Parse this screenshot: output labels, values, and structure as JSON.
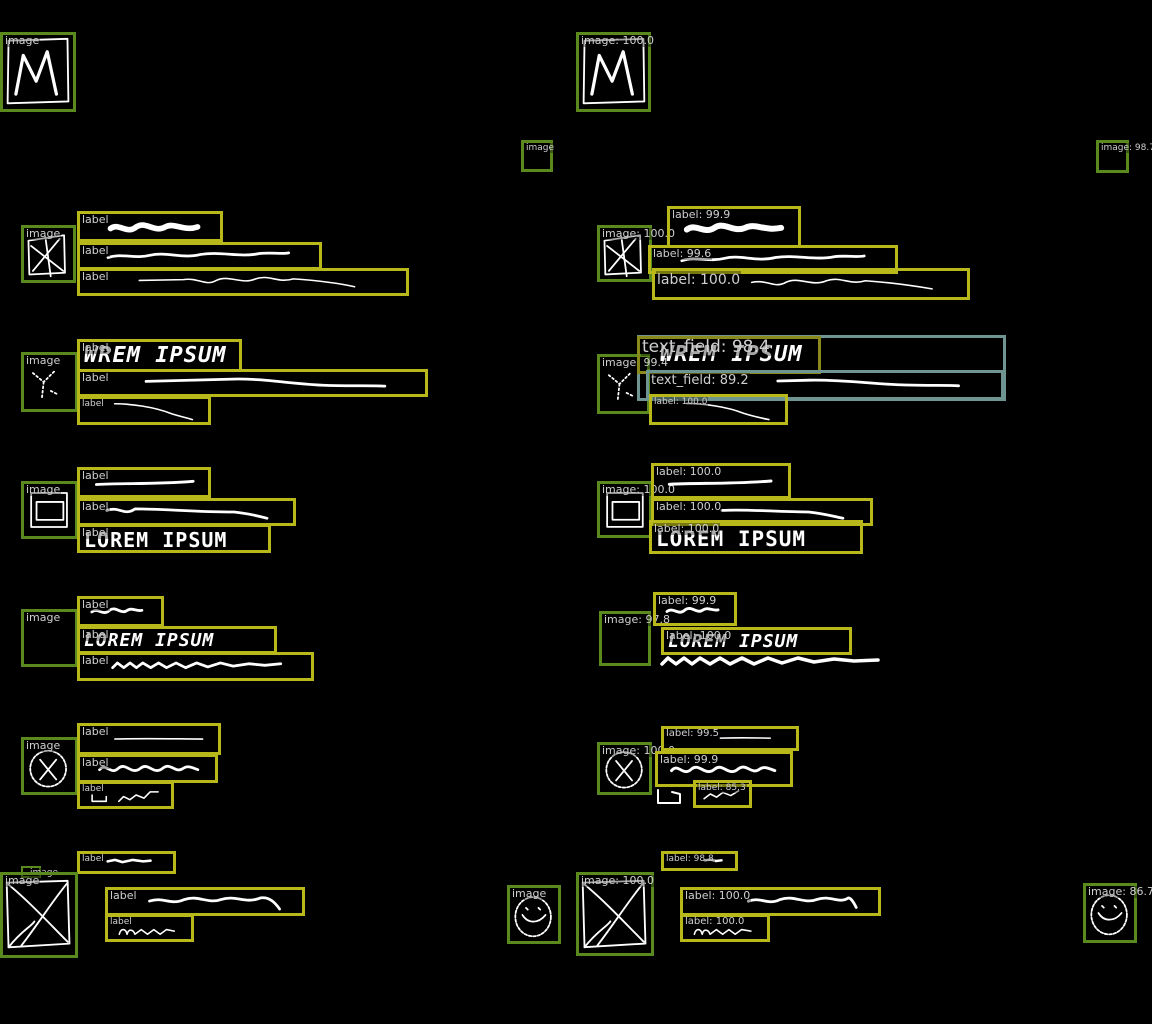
{
  "panes": {
    "left": {
      "page_header_sketch": {
        "tag": "image"
      },
      "corner_icon": {
        "tag": "image"
      },
      "rows": [
        {
          "image": "image",
          "labels": [
            "label",
            "label",
            "label"
          ]
        },
        {
          "image": "image",
          "labels": [
            "label",
            "label",
            "label"
          ],
          "ink_text": "WREM IPSUM"
        },
        {
          "image": "image",
          "labels": [
            "label",
            "label",
            "label"
          ],
          "ink_text": "LOREM IPSUM"
        },
        {
          "image": "image",
          "labels": [
            "label",
            "label",
            "label"
          ],
          "ink_text": "LOREM IPSUM"
        },
        {
          "image": "image",
          "labels": [
            "label",
            "label",
            "label"
          ]
        }
      ],
      "footer": {
        "small_image": "image",
        "big_image": "image",
        "labels": [
          "label",
          "label",
          "label"
        ],
        "smiley": "image"
      }
    },
    "right": {
      "page_header_sketch": {
        "tag": "image: 100.0"
      },
      "corner_icon": {
        "tag": "image: 98.7"
      },
      "rows": [
        {
          "image": "image: 100.0",
          "labels": [
            "label: 99.9",
            "label: 99.6",
            "label: 100.0"
          ]
        },
        {
          "image": "image: 99.4",
          "text_fields": [
            "text_field: 98.4",
            "text_field: 89.2"
          ],
          "labels": [
            "label: 100.0"
          ],
          "ink_text": "WREM IPSUM"
        },
        {
          "image": "image: 100.0",
          "labels": [
            "label: 100.0",
            "label: 100.0",
            "label: 100.0"
          ],
          "ink_text": "LOREM IPSUM"
        },
        {
          "image": "image: 97.8",
          "labels": [
            "label: 99.9",
            "label: 100.0"
          ],
          "ink_text": "LOREM IPSUM"
        },
        {
          "image": "image: 100.0",
          "labels": [
            "label: 99.5",
            "label: 99.9",
            "label: 85.3"
          ]
        }
      ],
      "footer": {
        "big_image": "image: 100.0",
        "labels": [
          "label: 98.8",
          "label: 100.0",
          "label: 100.0"
        ],
        "smiley": "image: 86.7"
      }
    }
  },
  "colors": {
    "image_box": "#5a8a1e",
    "label_box": "#b8b81a",
    "text_field_box": "#6f9593",
    "background": "#000000",
    "ink": "#ffffff"
  }
}
